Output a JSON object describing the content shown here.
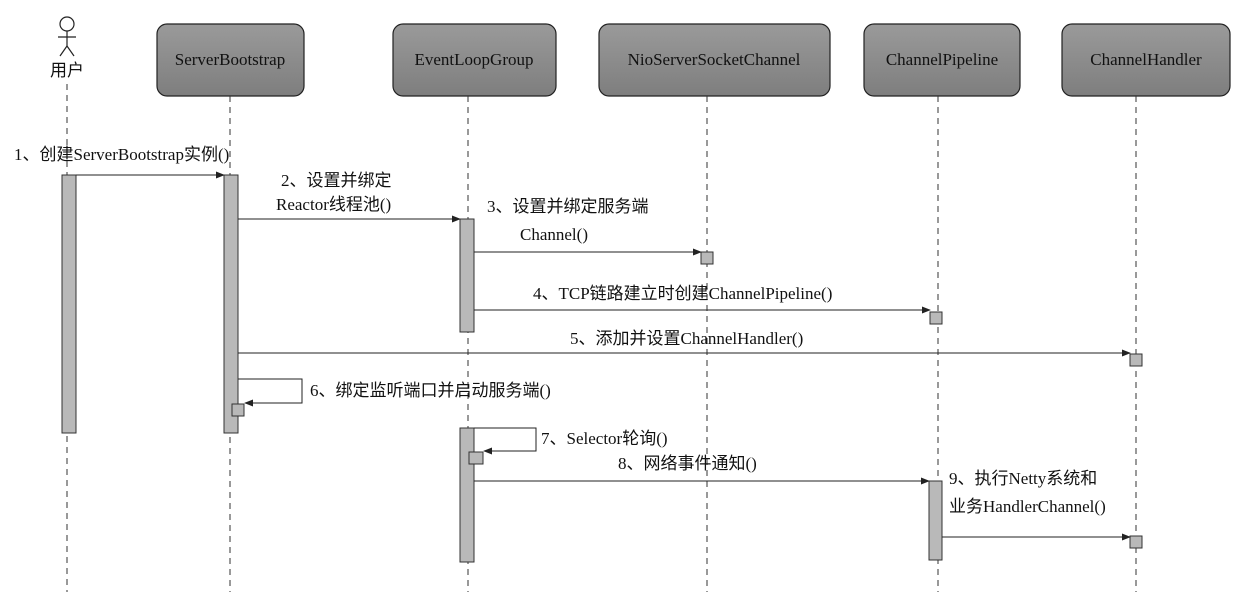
{
  "actor": {
    "label": "用户"
  },
  "participants": [
    {
      "id": "bootstrap",
      "label": "ServerBootstrap"
    },
    {
      "id": "elg",
      "label": "EventLoopGroup"
    },
    {
      "id": "nio",
      "label": "NioServerSocketChannel"
    },
    {
      "id": "pipeline",
      "label": "ChannelPipeline"
    },
    {
      "id": "handler",
      "label": "ChannelHandler"
    }
  ],
  "messages": [
    {
      "label": [
        "1、创建ServerBootstrap实例()"
      ]
    },
    {
      "label": [
        "2、设置并绑定",
        "Reactor线程池()"
      ]
    },
    {
      "label": [
        "3、设置并绑定服务端",
        "Channel()"
      ]
    },
    {
      "label": [
        "4、TCP链路建立时创建ChannelPipeline()"
      ]
    },
    {
      "label": [
        "5、添加并设置ChannelHandler()"
      ]
    },
    {
      "label": [
        "6、绑定监听端口并启动服务端()"
      ]
    },
    {
      "label": [
        "7、Selector轮询()"
      ]
    },
    {
      "label": [
        "8、网络事件通知()"
      ]
    },
    {
      "label": [
        "9、执行Netty系统和",
        "业务HandlerChannel()"
      ]
    }
  ]
}
